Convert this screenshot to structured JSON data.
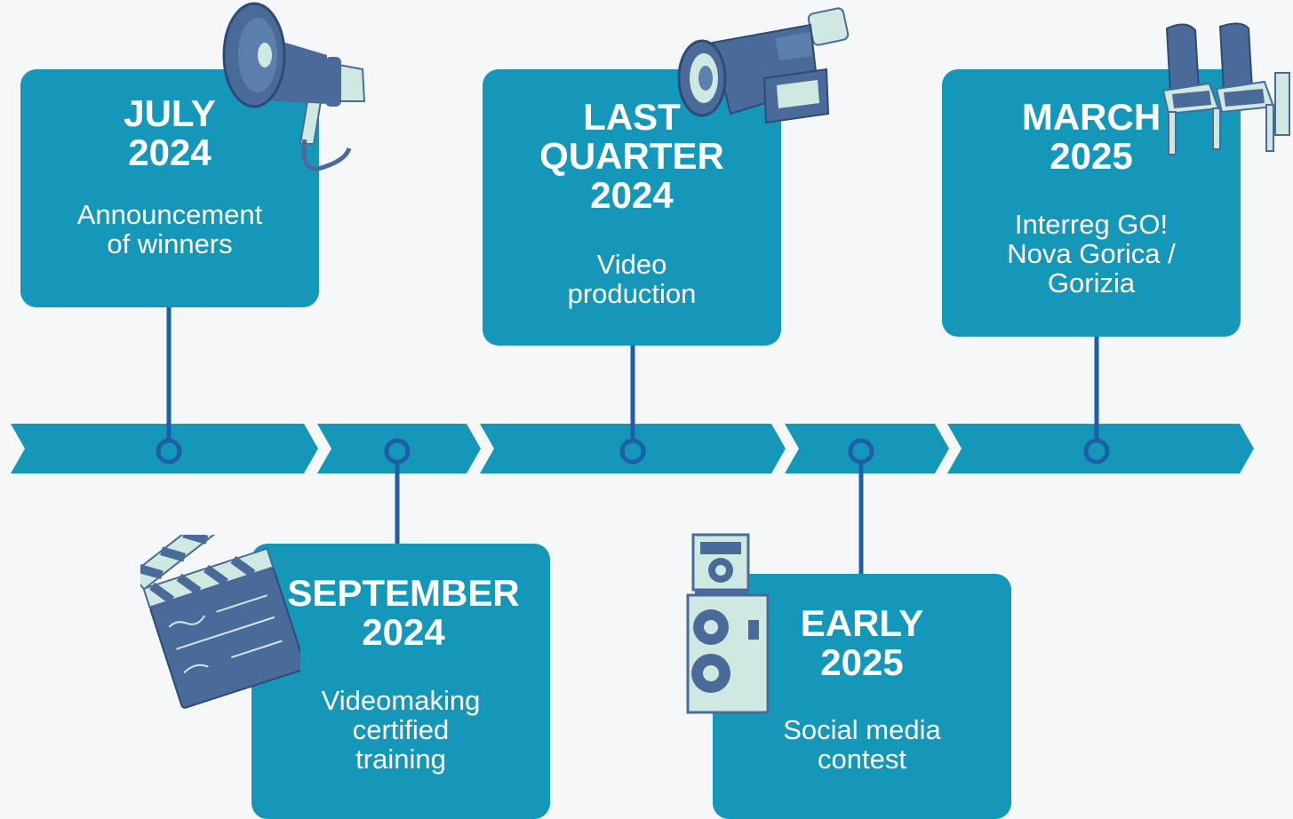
{
  "colors": {
    "background": "#f6f7f8",
    "box": "#1497b8",
    "connector": "#1e5fa8",
    "icon_dark": "#4a6a9a",
    "icon_light": "#cfe8e2"
  },
  "milestones": [
    {
      "id": "july-2024",
      "date_lines": [
        "JULY",
        "2024"
      ],
      "desc_lines": [
        "Announcement",
        "of winners"
      ],
      "icon": "megaphone-icon"
    },
    {
      "id": "september-2024",
      "date_lines": [
        "SEPTEMBER",
        "2024"
      ],
      "desc_lines": [
        "Videomaking",
        "certified",
        "training"
      ],
      "icon": "clapperboard-icon"
    },
    {
      "id": "last-quarter-2024",
      "date_lines": [
        "LAST",
        "QUARTER",
        "2024"
      ],
      "desc_lines": [
        "Video",
        "production"
      ],
      "icon": "video-camera-icon"
    },
    {
      "id": "early-2025",
      "date_lines": [
        "EARLY",
        "2025"
      ],
      "desc_lines": [
        "Social media",
        "contest"
      ],
      "icon": "speakers-icon"
    },
    {
      "id": "march-2025",
      "date_lines": [
        "MARCH",
        "2025"
      ],
      "desc_lines": [
        "Interreg GO!",
        "Nova Gorica /",
        "Gorizia"
      ],
      "icon": "cinema-seats-icon"
    }
  ]
}
